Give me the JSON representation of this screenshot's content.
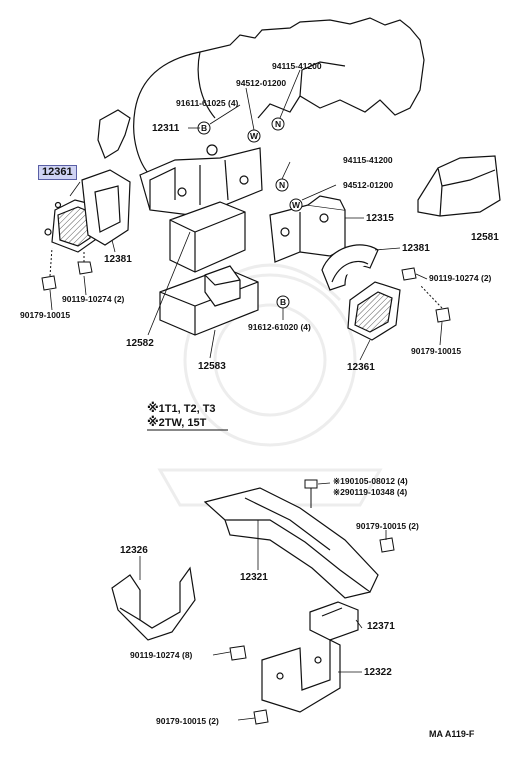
{
  "diagram": {
    "part_labels": {
      "p12361_top": "12361",
      "p12381_left": "12381",
      "p90119_left": "90119-10274 (2)",
      "p90179_left": "90179-10015",
      "p12311": "12311",
      "p91611": "91611-61025 (4)",
      "p94512_top": "94512-01200",
      "p94115_top": "94115-41200",
      "p12582": "12582",
      "p12583": "12583",
      "p94115_mid": "94115-41200",
      "p94512_mid": "94512-01200",
      "p12315": "12315",
      "p12581": "12581",
      "p12381_right": "12381",
      "p90119_right": "90119-10274 (2)",
      "p91612": "91612-61020 (4)",
      "p90179_right": "90179-10015",
      "p12361_right": "12361",
      "p90105": "90105-08012 (4)",
      "p90119_10348": "90119-10348 (4)",
      "p90179_2": "90179-10015 (2)",
      "p12326": "12326",
      "p12321": "12321",
      "p12371": "12371",
      "p90119_8": "90119-10274 (8)",
      "p12322": "12322",
      "p90179_bottom": "90179-10015 (2)"
    },
    "marker_labels": {
      "note1_line": "T1, T2, T3",
      "note2_line": "TW, 15T",
      "bolt_note1": "1",
      "bolt_note2": "2",
      "marker_symbol": "※"
    },
    "callouts": {
      "b": "B",
      "w": "W",
      "n": "N"
    },
    "footer_code": "MA A119-F"
  }
}
